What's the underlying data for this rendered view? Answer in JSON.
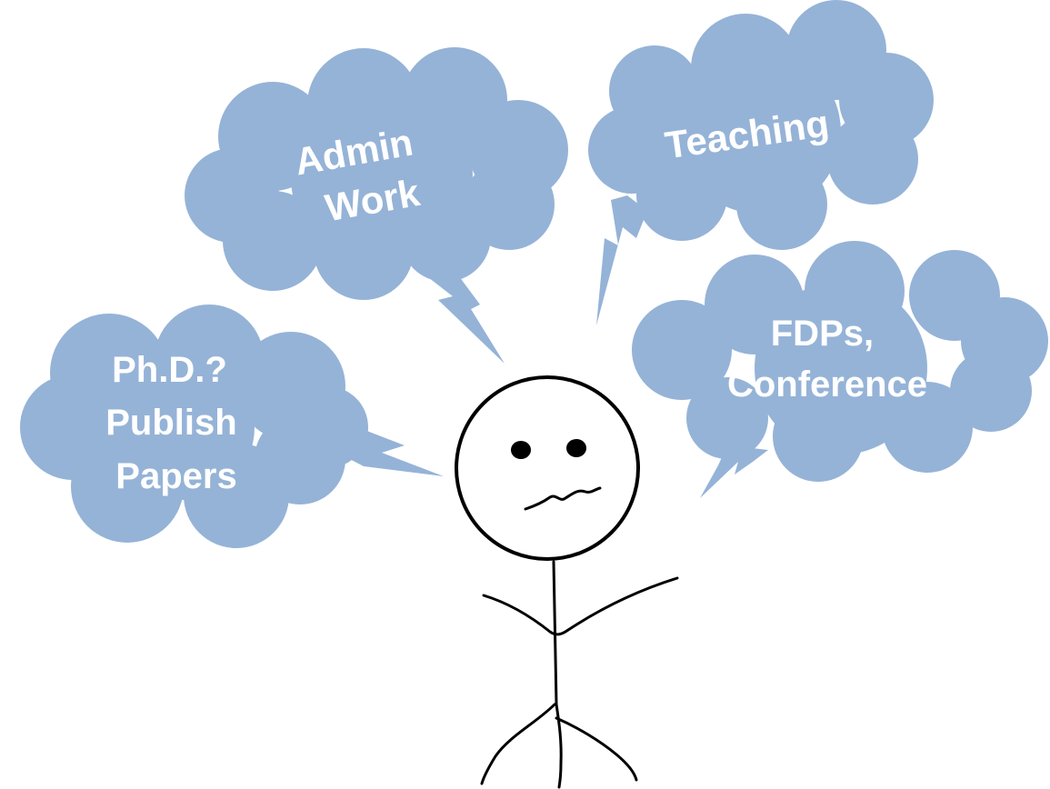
{
  "clouds": {
    "phd": {
      "lines": [
        "Ph.D.?",
        "Publish",
        "Papers"
      ]
    },
    "admin": {
      "lines": [
        "Admin",
        "Work"
      ]
    },
    "teaching": {
      "lines": [
        "Teaching"
      ]
    },
    "fdps": {
      "lines": [
        "FDPs,",
        "Conference"
      ]
    }
  },
  "colors": {
    "cloud_fill": "#95b3d7",
    "cloud_text": "#ffffff",
    "ink": "#000000",
    "background": "#ffffff"
  }
}
